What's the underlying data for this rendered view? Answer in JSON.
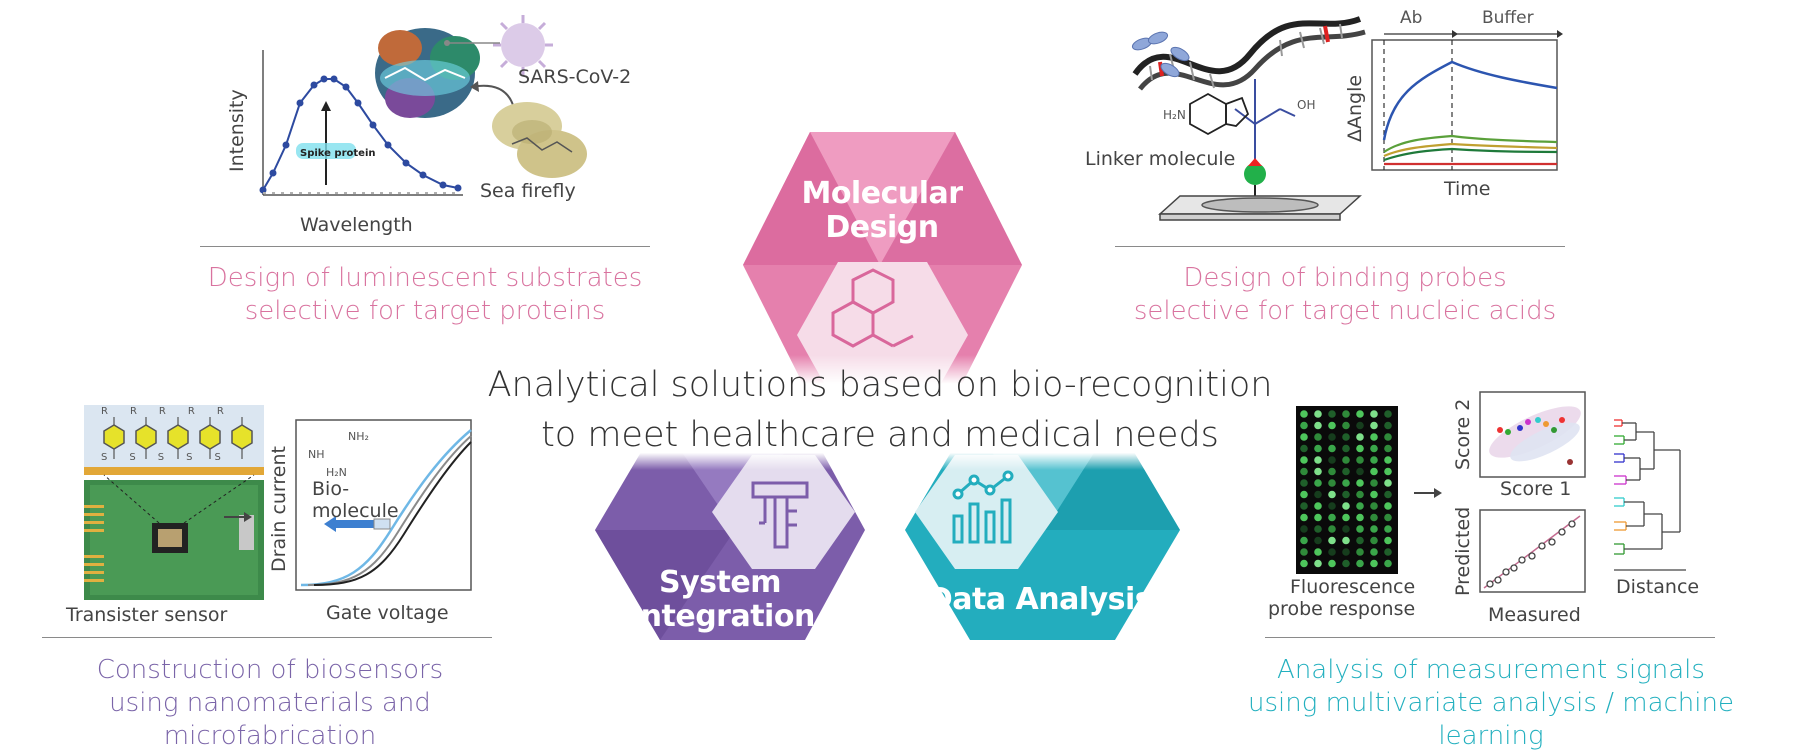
{
  "center": {
    "line1": "Analytical solutions based on bio-recognition",
    "line2": "to meet healthcare and medical needs"
  },
  "hexagons": {
    "molecular": {
      "title_line1": "Molecular",
      "title_line2": "Design",
      "color": "#e07aa8",
      "icon": "naphthalene-icon"
    },
    "system": {
      "title_line1": "System",
      "title_line2": "Integration",
      "color": "#7a5ca8",
      "icon": "caliper-icon"
    },
    "data": {
      "title": "Data Analysis",
      "color": "#22aebf",
      "icon": "bar-line-chart-icon"
    }
  },
  "panels": {
    "luminescent": {
      "caption_line1": "Design of luminescent substrates",
      "caption_line2": "selective for target proteins",
      "ylabel": "Intensity",
      "xlabel": "Wavelength",
      "annotation": "Spike protein",
      "virus_label": "SARS-CoV-2",
      "organism_label": "Sea firefly"
    },
    "binding": {
      "caption_line1": "Design of binding probes",
      "caption_line2": "selective for target nucleic acids",
      "linker_label": "Linker molecule",
      "ylabel": "ΔAngle",
      "xlabel": "Time",
      "phase1": "Ab",
      "phase2": "Buffer",
      "chem_label_nh2": "H₂N",
      "chem_label_oh": "OH"
    },
    "biosensor": {
      "caption_line1": "Construction of biosensors",
      "caption_line2": "using nanomaterials and microfabrication",
      "sensor_label": "Transister sensor",
      "ylabel": "Drain current",
      "xlabel": "Gate voltage",
      "molecule_label_1": "Bio-",
      "molecule_label_2": "molecule",
      "r_labels": [
        "R",
        "R",
        "R",
        "R",
        "R"
      ],
      "s_labels": [
        "S",
        "S",
        "S",
        "S",
        "S"
      ],
      "chem_nh2": "NH₂",
      "chem_nh": "NH",
      "chem_h2n": "H₂N"
    },
    "analysis": {
      "caption_line1": "Analysis of measurement signals",
      "caption_line2": "using multivariate analysis / machine learning",
      "array_label_1": "Fluorescence",
      "array_label_2": "probe response",
      "score_y": "Score 2",
      "score_x": "Score 1",
      "pred_y": "Predicted",
      "pred_x": "Measured",
      "dendro_x": "Distance"
    }
  }
}
